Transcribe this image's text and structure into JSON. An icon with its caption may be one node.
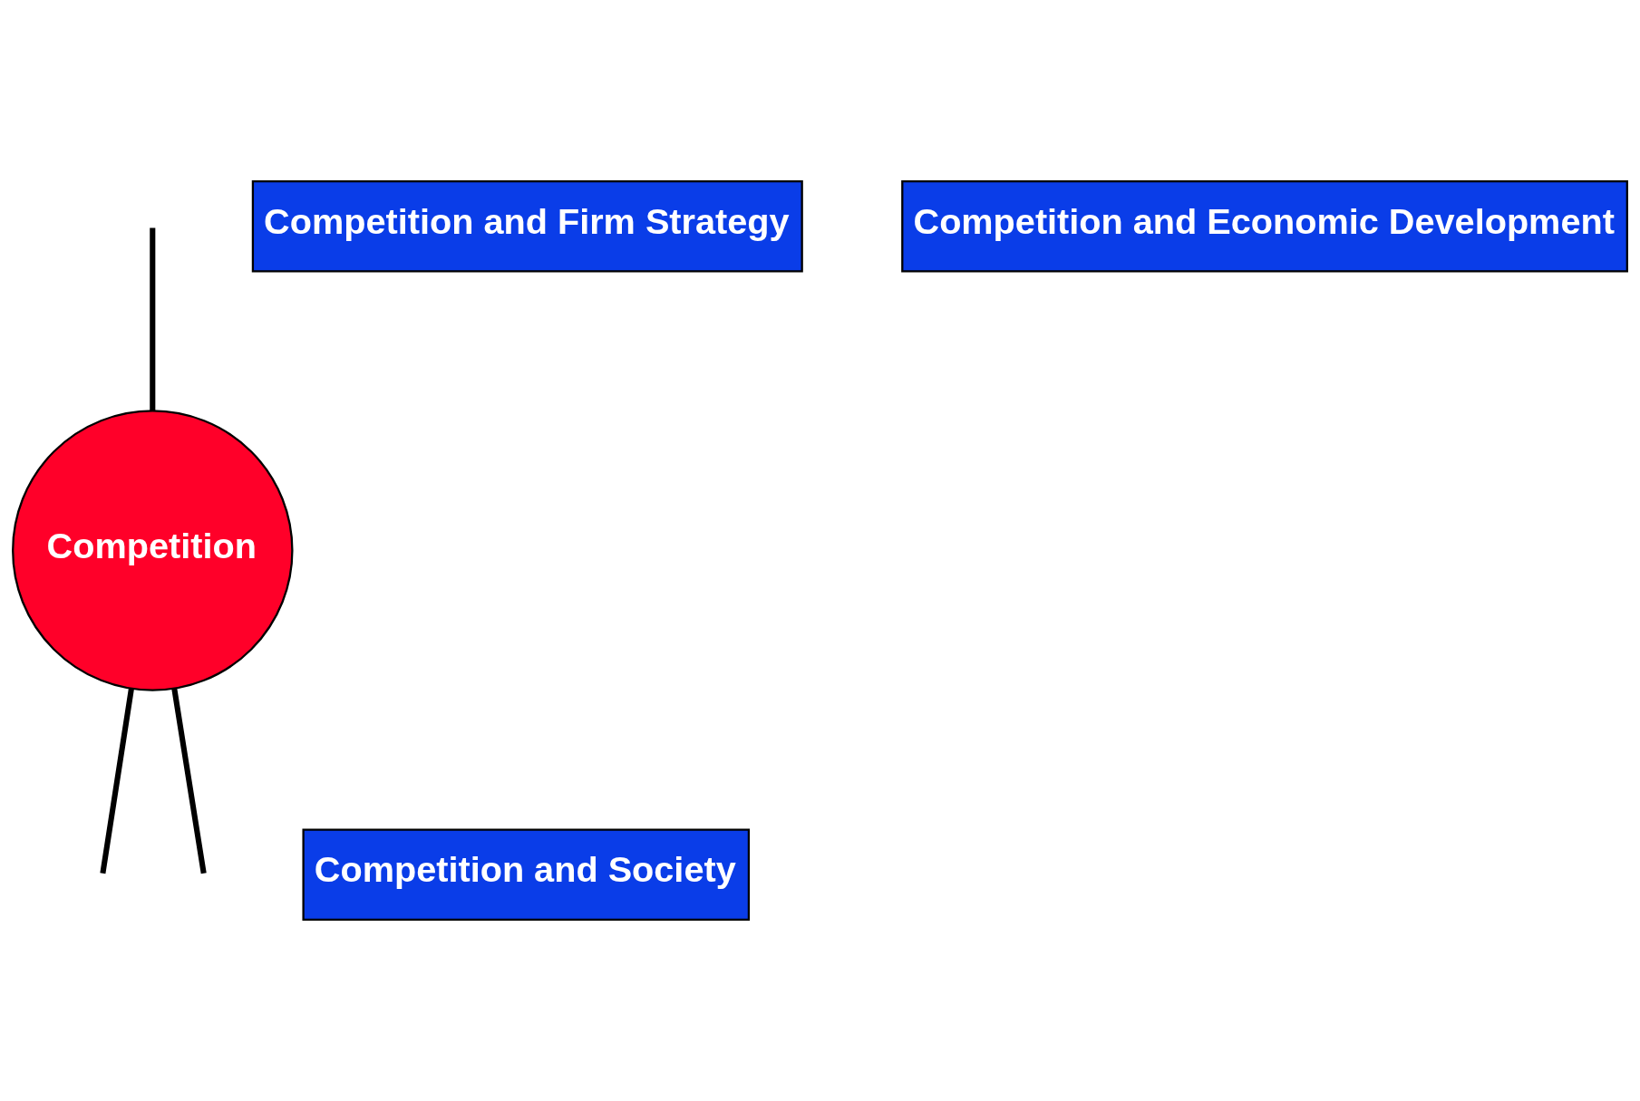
{
  "diagram": {
    "nodes": [
      {
        "text": [
          "Competition and Firm Strategy"
        ]
      },
      {
        "text": [
          "Competition and Economic Development"
        ]
      },
      {
        "text": [
          "Competition"
        ]
      },
      {
        "text": [
          "Competition and Society"
        ]
      }
    ],
    "edges": [
      {
        "from": 2,
        "to": null,
        "arrow": "none"
      },
      {
        "from": 2,
        "to": null,
        "arrow": "none"
      },
      {
        "from": 2,
        "to": null,
        "arrow": "none"
      }
    ]
  }
}
